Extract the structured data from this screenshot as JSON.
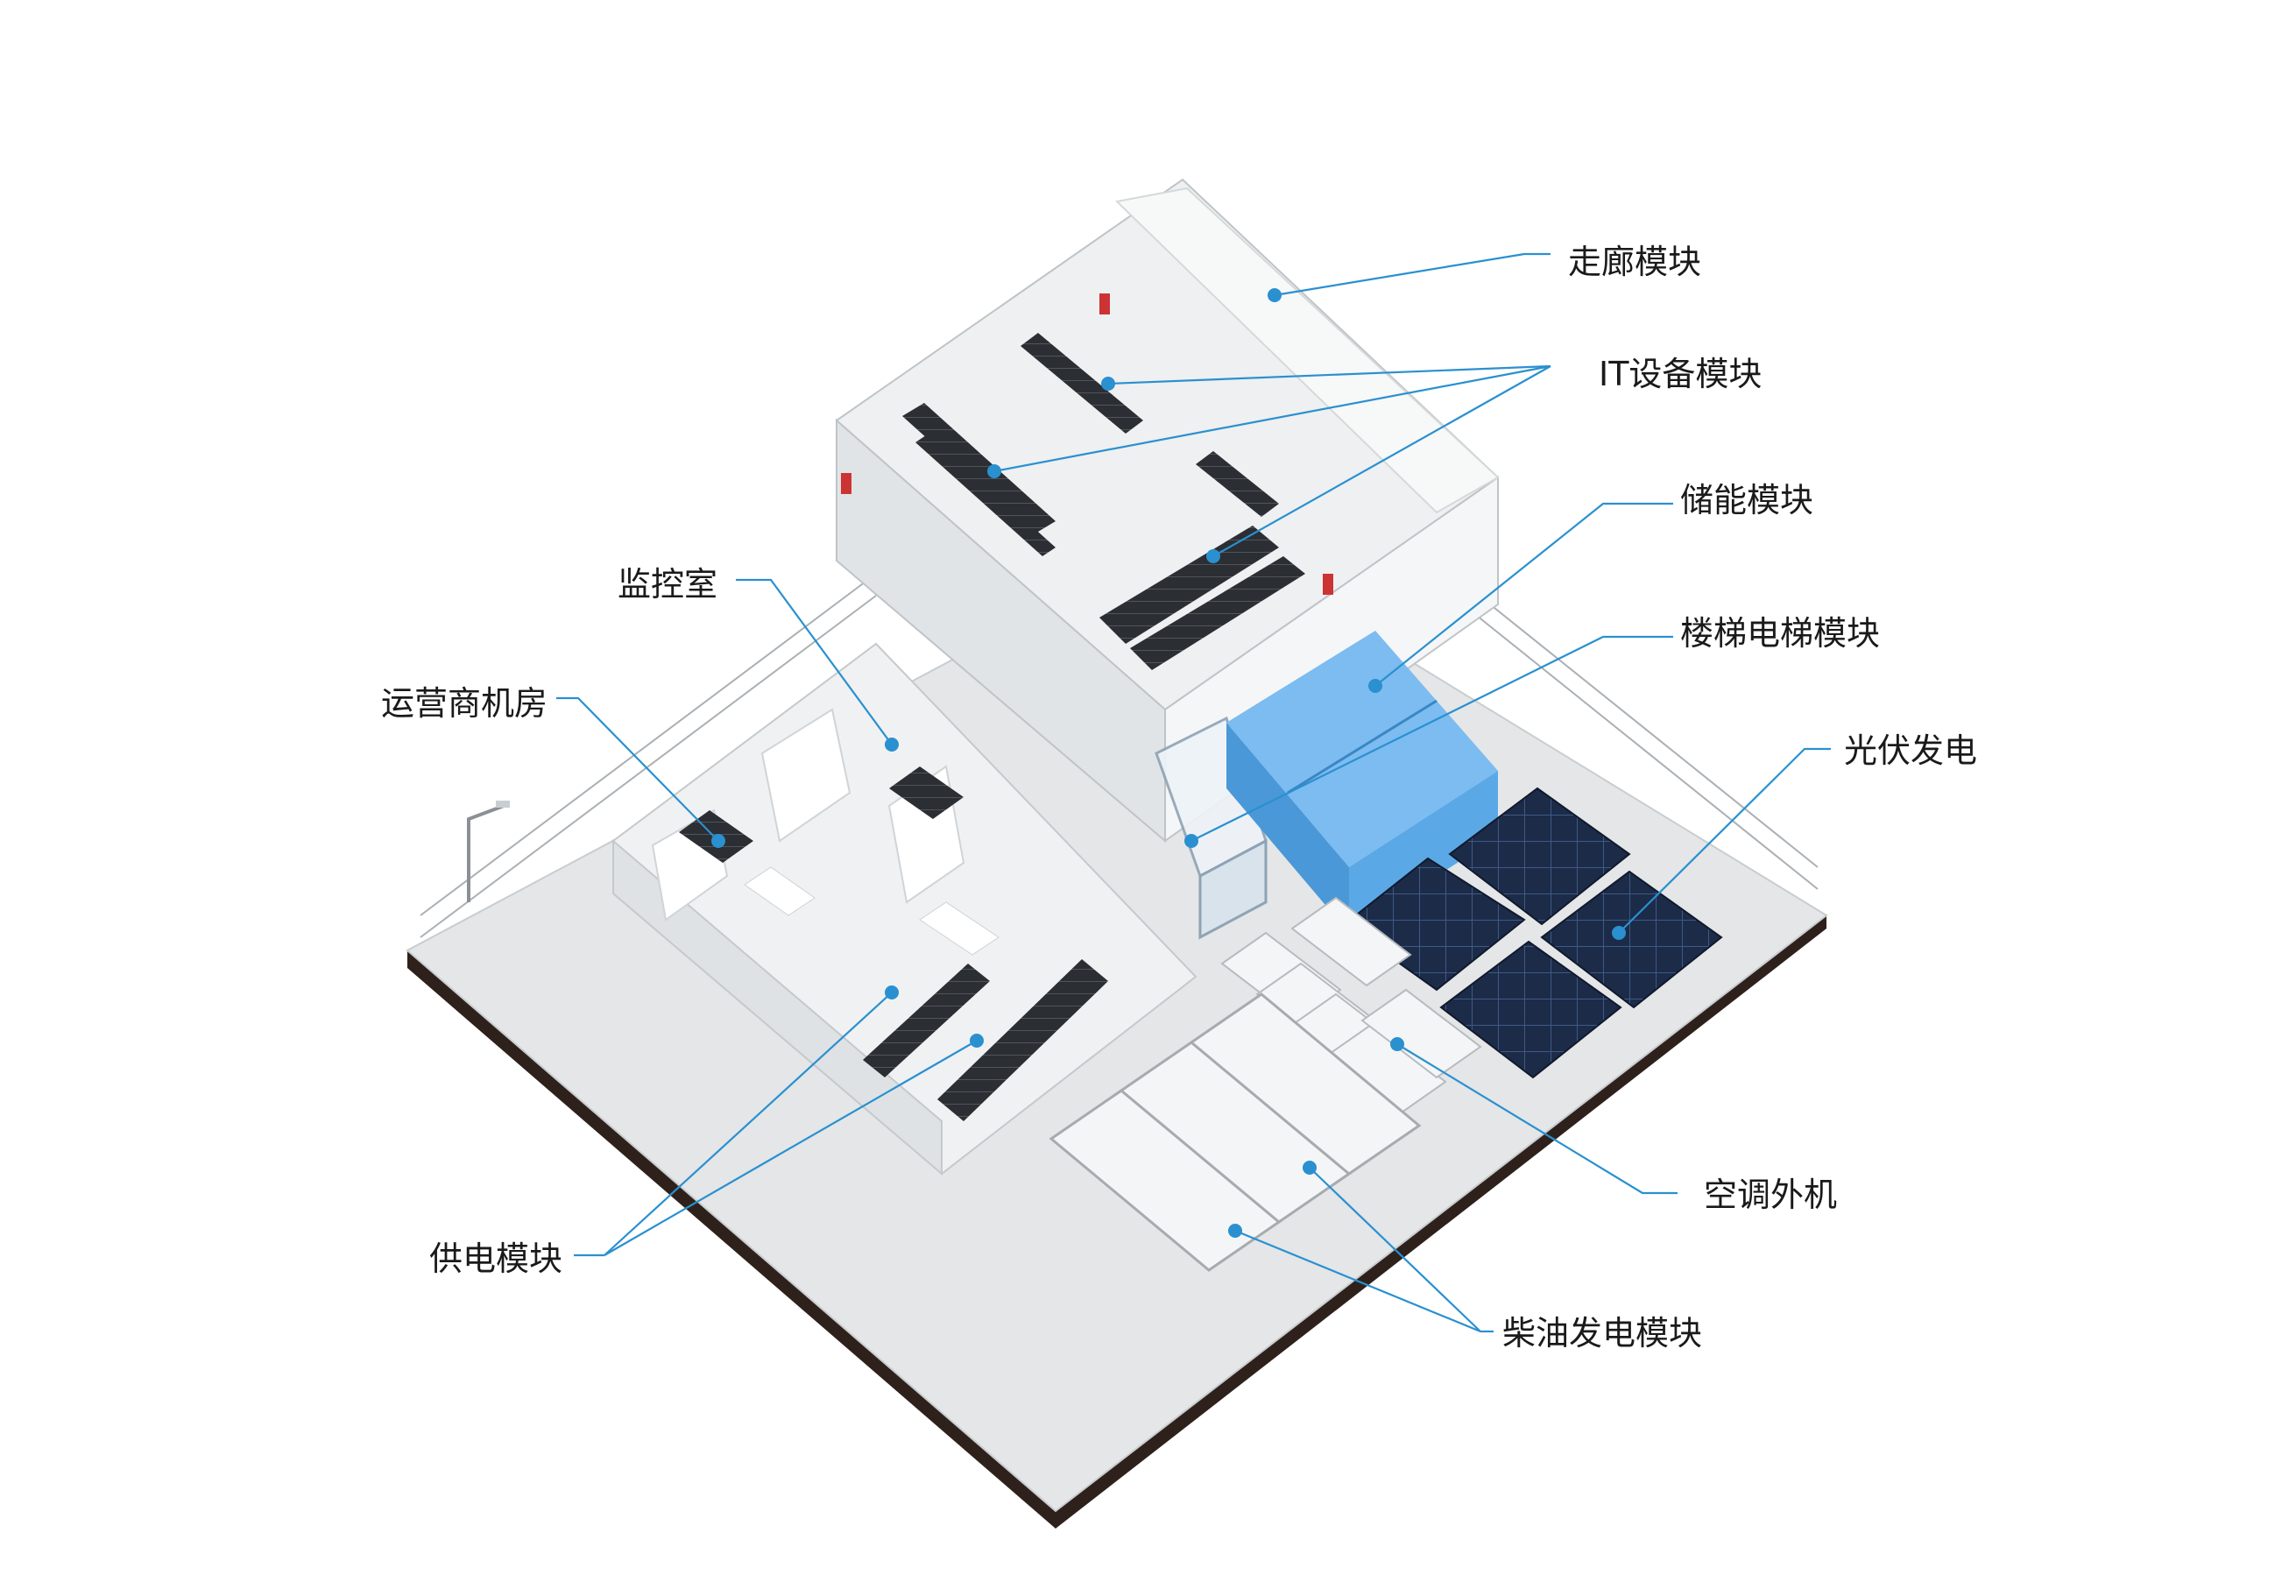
{
  "labels": {
    "corridor": "走廊模块",
    "it": "IT设备模块",
    "storage": "储能模块",
    "monitor": "监控室",
    "stairs": "楼梯电梯模块",
    "carrier": "运营商机房",
    "pv": "光伏发电",
    "ac": "空调外机",
    "power": "供电模块",
    "diesel": "柴油发电模块"
  },
  "colors": {
    "leader": "#2a90d0",
    "ground": "#e4e6e7",
    "soil": "#3a2a22",
    "storage": "#5aa9e6",
    "panel": "#1c2b48"
  }
}
